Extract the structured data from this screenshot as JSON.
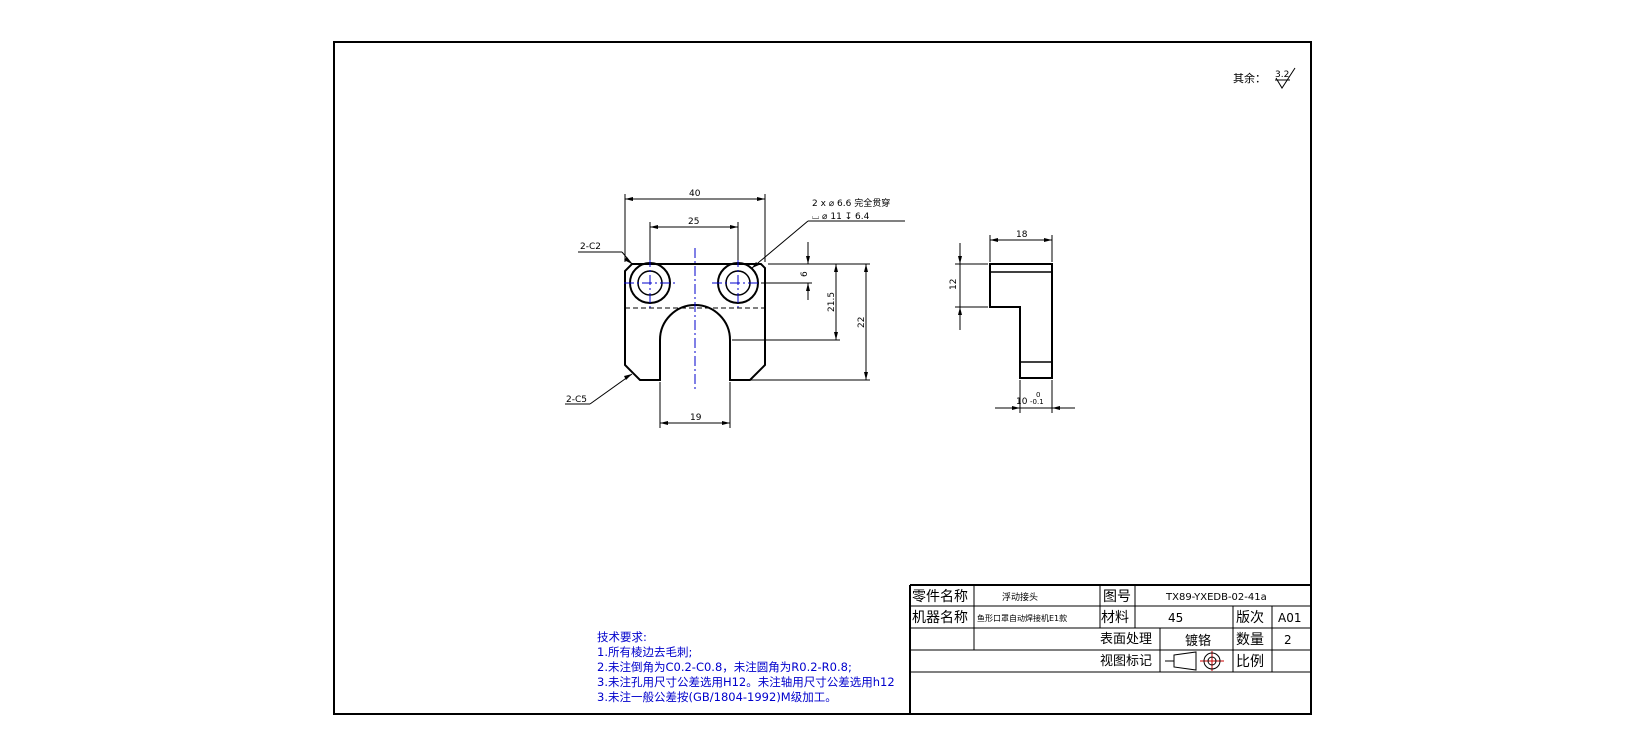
{
  "roughness": {
    "label": "其余：",
    "value": "3.2"
  },
  "dimensions": {
    "width_overall": "40",
    "hole_spacing": "25",
    "hole_callout_line1": "2 x  ⌀ 6.6 完全贯穿",
    "hole_callout_line2": "⌴ ⌀ 11 ↧ 6.4",
    "chamfer_top": "2-C2",
    "chamfer_bottom": "2-C5",
    "hole_offset": "6",
    "slot_depth": "21.5",
    "height_overall": "22",
    "slot_width": "19",
    "side_width": "18",
    "side_step": "12",
    "thickness": "10",
    "thickness_tol_upper": "0",
    "thickness_tol_lower": "-0.1"
  },
  "title_block": {
    "part_name_label": "零件名称",
    "part_name": "浮动接头",
    "drawing_no_label": "图号",
    "drawing_no": "TX89-YXEDB-02-41a",
    "machine_name_label": "机器名称",
    "machine_name": "鱼形口罩自动焊接机E1款",
    "material_label": "材料",
    "material": "45",
    "revision_label": "版次",
    "revision": "A01",
    "surface_label": "表面处理",
    "surface": "镀铬",
    "quantity_label": "数量",
    "quantity": "2",
    "view_label": "视图标记",
    "scale_label": "比例"
  },
  "tech_requirements": {
    "title": "技术要求:",
    "items": [
      "1.所有棱边去毛刺;",
      "2.未注倒角为C0.2-C0.8，未注圆角为R0.2-R0.8;",
      "3.未注孔用尺寸公差选用H12。未注轴用尺寸公差选用h12",
      "3.未注一般公差按(GB/1804-1992)M级加工。"
    ]
  }
}
